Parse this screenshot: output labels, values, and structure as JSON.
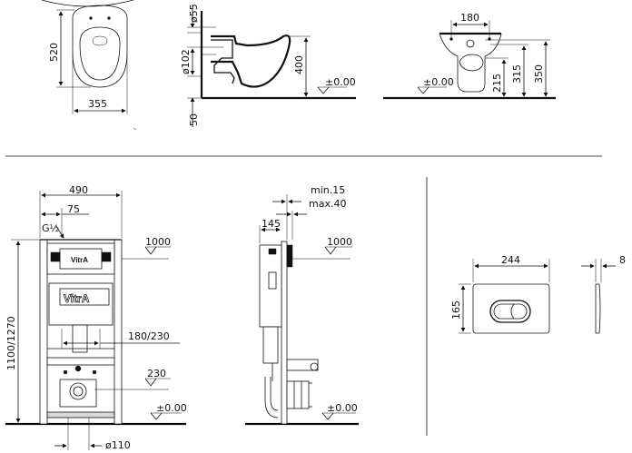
{
  "toilet_top_view": {
    "depth": "520",
    "width": "355"
  },
  "toilet_side_view": {
    "pipe_top": "ø55",
    "pipe_outlet": "ø102",
    "height": "400",
    "floor_level": "±0.00",
    "floor_offset": "50"
  },
  "toilet_front_view": {
    "fixing_spacing": "180",
    "dim_215": "215",
    "dim_315": "315",
    "dim_350": "350",
    "floor_level": "±0.00"
  },
  "frame_front_view": {
    "width": "490",
    "offset": "75",
    "inlet": "G½",
    "height": "1100/1270",
    "level_1000": "1000",
    "fixing_spacing": "180/230",
    "level_230": "230",
    "floor_level": "±0.00",
    "drain": "ø110",
    "brand_top": "VitrA",
    "brand_panel": "VitrA"
  },
  "frame_side_view": {
    "wall_min": "min.15",
    "wall_max": "max.40",
    "depth": "145",
    "level_1000": "1000",
    "floor_level": "±0.00"
  },
  "flush_plate": {
    "width": "244",
    "height": "165",
    "thickness": "8"
  }
}
